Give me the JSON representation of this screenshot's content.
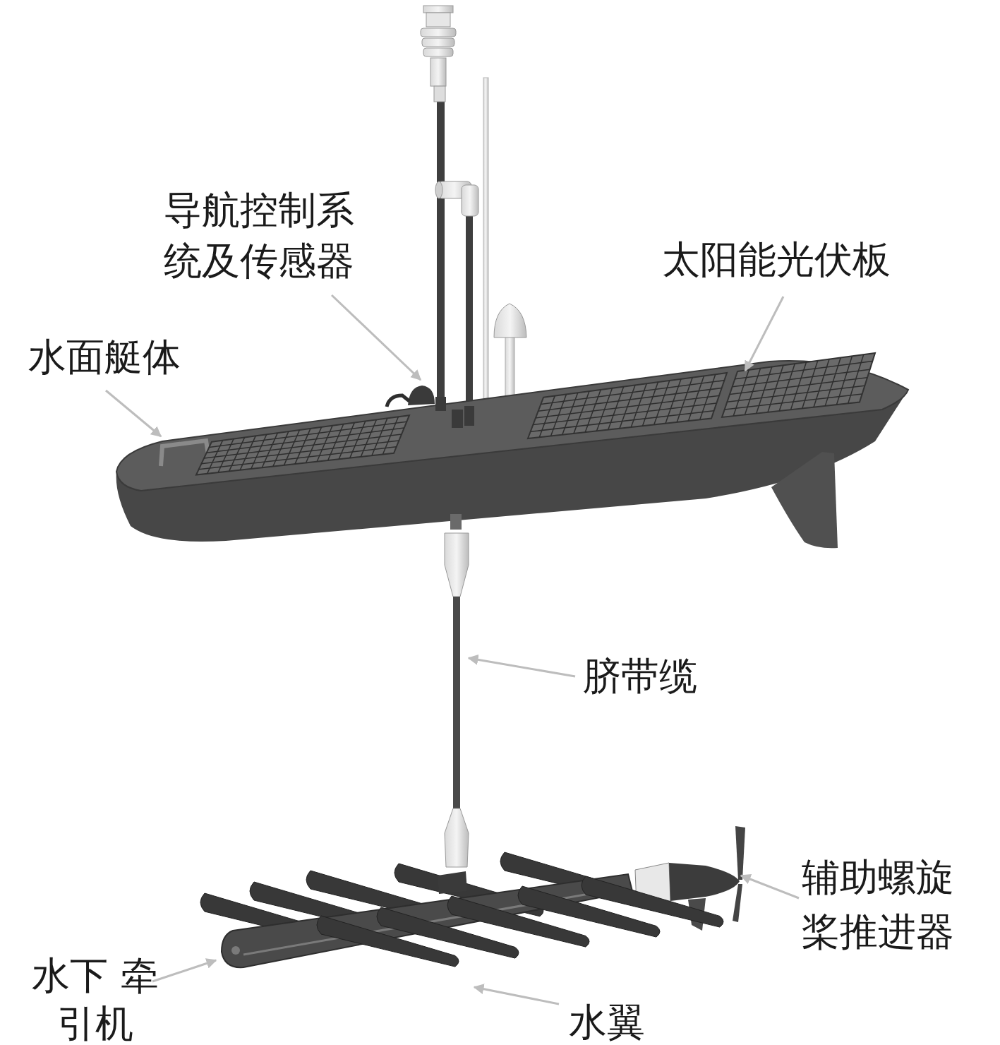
{
  "diagram": {
    "labels": [
      "导航控制系 统及传感器",
      "太阳能光伏板",
      "水面艇体",
      "脐带缆",
      "辅助螺旋 桨推进器",
      "水下 牵引机",
      "水翼"
    ]
  }
}
